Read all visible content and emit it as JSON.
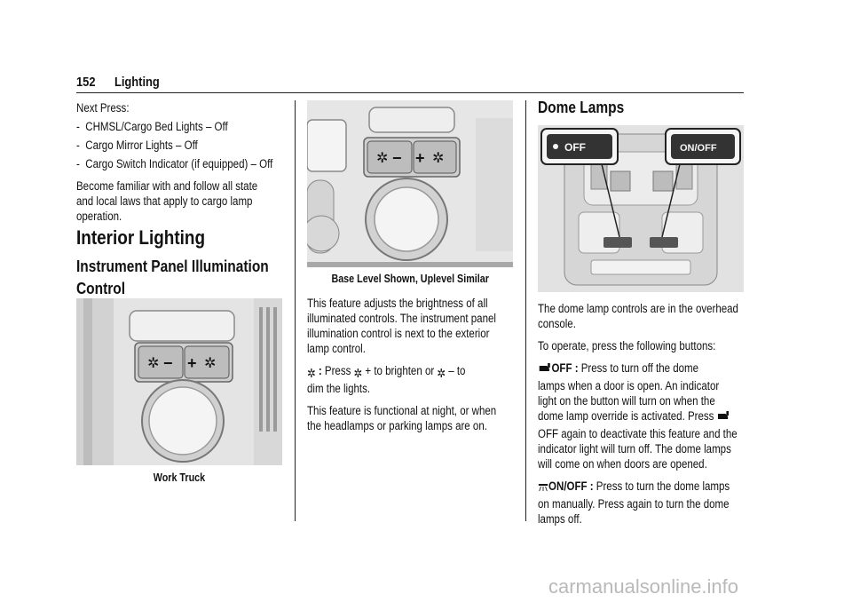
{
  "header": {
    "page_number": "152",
    "section": "Lighting"
  },
  "col1": {
    "intro": "Next Press:",
    "bullets": [
      "CHMSL/Cargo Bed Lights – Off",
      "Cargo Mirror Lights – Off",
      "Cargo Switch Indicator (if equipped) – Off"
    ],
    "bullet_marker": "-",
    "note_line1": "Become familiar with and follow all state",
    "note_line2": "and local laws that apply to cargo lamp",
    "note_line3": "operation.",
    "h1": "Interior Lighting",
    "h2_line1": "Instrument Panel Illumination",
    "h2_line2": "Control",
    "fig_caption": "Work Truck",
    "fig_minus": "−",
    "fig_plus": "+"
  },
  "col2": {
    "fig_caption": "Base Level Shown, Uplevel Similar",
    "fig_minus": "−",
    "fig_plus": "+",
    "p1_l1": "This feature adjusts the brightness of all",
    "p1_l2": "illuminated controls. The instrument panel",
    "p1_l3": "illumination control is next to the exterior",
    "p1_l4": "lamp control.",
    "p2_colon": " : ",
    "p2_press": "Press ",
    "p2_brighten": " + to brighten or ",
    "p2_dim": " – to",
    "p2_l2": "dim the lights.",
    "p3_l1": "This feature is functional at night, or when",
    "p3_l2": "the headlamps or parking lamps are on."
  },
  "col3": {
    "h2": "Dome Lamps",
    "fig_off_label": "OFF",
    "fig_onoff_label": "ON/OFF",
    "p1_l1": "The dome lamp controls are in the overhead",
    "p1_l2": "console.",
    "p2": "To operate, press the following buttons:",
    "off_label": "OFF : ",
    "off_l1": "Press to turn off the dome",
    "off_l2": "lamps when a door is open. An indicator",
    "off_l3": "light on the button will turn on when the",
    "off_l4": "dome lamp override is activated. Press",
    "off_l5": "OFF again to deactivate this feature and the",
    "off_l6": "indicator light will turn off. The dome lamps",
    "off_l7": "will come on when doors are opened.",
    "onoff_label": "ON/OFF : ",
    "onoff_l1": "Press to turn the dome lamps",
    "onoff_l2": "on manually. Press again to turn the dome",
    "onoff_l3": "lamps off."
  },
  "watermark": "carmanualsonline.info",
  "colors": {
    "rule": "#222222",
    "figure_bg": "#e6e6e6",
    "watermark": "#b9b9b9"
  }
}
